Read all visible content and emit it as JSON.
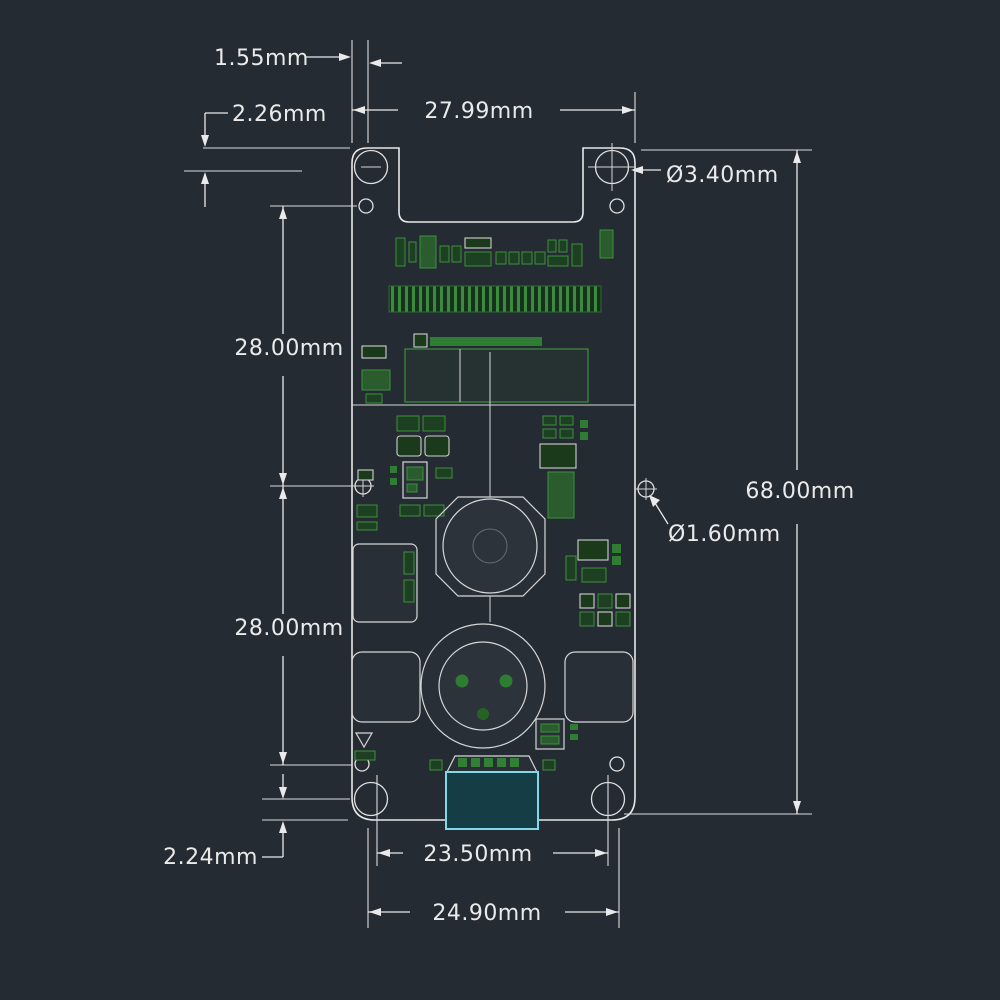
{
  "drawing": {
    "dimensions": {
      "wing_offset": "1.55mm",
      "top_hole_margin": "2.26mm",
      "top_width": "27.99mm",
      "mount_hole_diameter": "Ø3.40mm",
      "board_height": "68.00mm",
      "small_hole_diameter": "Ø1.60mm",
      "upper_hole_span": "28.00mm",
      "lower_hole_span": "28.00mm",
      "bottom_edge_margin": "2.24mm",
      "bottom_hole_spacing": "23.50mm",
      "bottom_width": "24.90mm"
    },
    "colors": {
      "background": "#252b33",
      "dimension_lines": "#eaeaea",
      "board_outline": "#e8e8e8",
      "component_green": "#2e6b2e",
      "usb_highlight": "#7fd9e6"
    }
  }
}
